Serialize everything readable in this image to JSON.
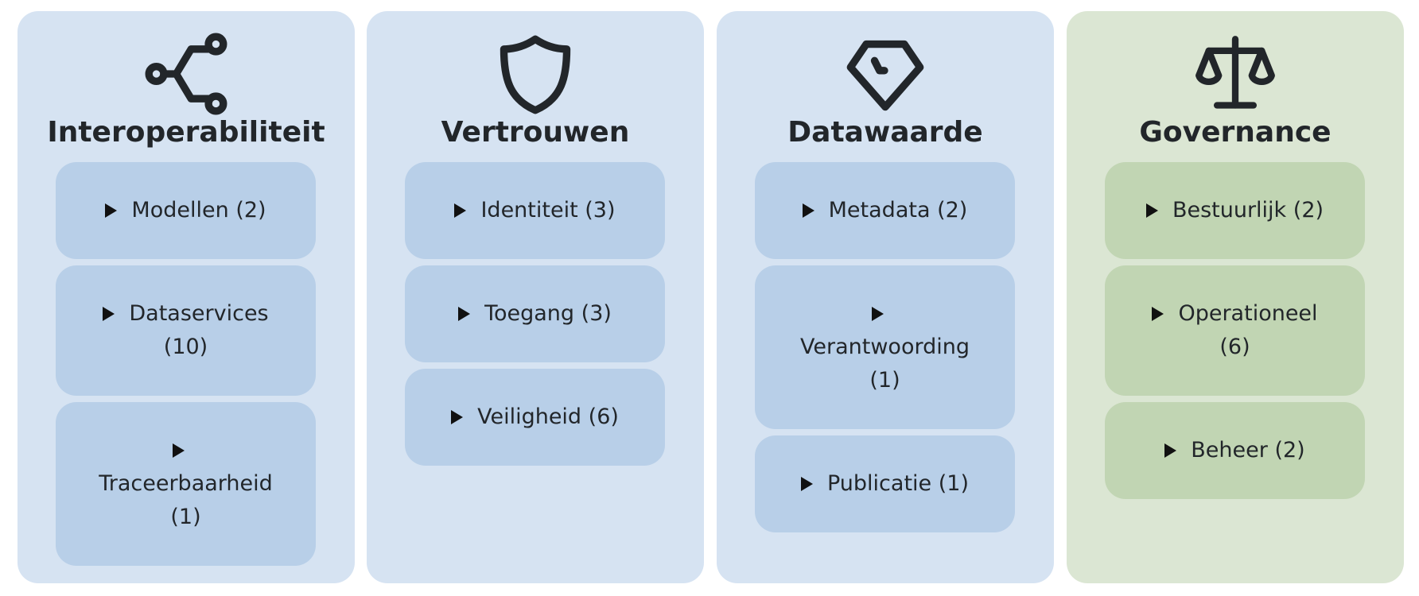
{
  "columns": [
    {
      "title": "Interoperabiliteit",
      "icon": "share-nodes-icon",
      "theme": "blue",
      "items": [
        {
          "name": "Modellen",
          "count": "(2)"
        },
        {
          "name": "Dataservices",
          "count": "(10)"
        },
        {
          "name": "Traceerbaarheid",
          "count": "(1)"
        }
      ]
    },
    {
      "title": "Vertrouwen",
      "icon": "shield-icon",
      "theme": "blue",
      "items": [
        {
          "name": "Identiteit",
          "count": "(3)"
        },
        {
          "name": "Toegang",
          "count": "(3)"
        },
        {
          "name": "Veiligheid",
          "count": "(6)"
        }
      ]
    },
    {
      "title": "Datawaarde",
      "icon": "diamond-icon",
      "theme": "blue",
      "items": [
        {
          "name": "Metadata",
          "count": "(2)"
        },
        {
          "name": "Verantwoording",
          "count": "(1)"
        },
        {
          "name": "Publicatie",
          "count": "(1)"
        }
      ]
    },
    {
      "title": "Governance",
      "icon": "scale-icon",
      "theme": "green",
      "items": [
        {
          "name": "Bestuurlijk",
          "count": "(2)"
        },
        {
          "name": "Operationeel",
          "count": "(6)"
        },
        {
          "name": "Beheer",
          "count": "(2)"
        }
      ]
    }
  ],
  "colors": {
    "blue_panel": "#d6e3f2",
    "blue_item": "#b8cfe8",
    "green_panel": "#dbe6d3",
    "green_item": "#c1d5b3",
    "text": "#22262a"
  }
}
